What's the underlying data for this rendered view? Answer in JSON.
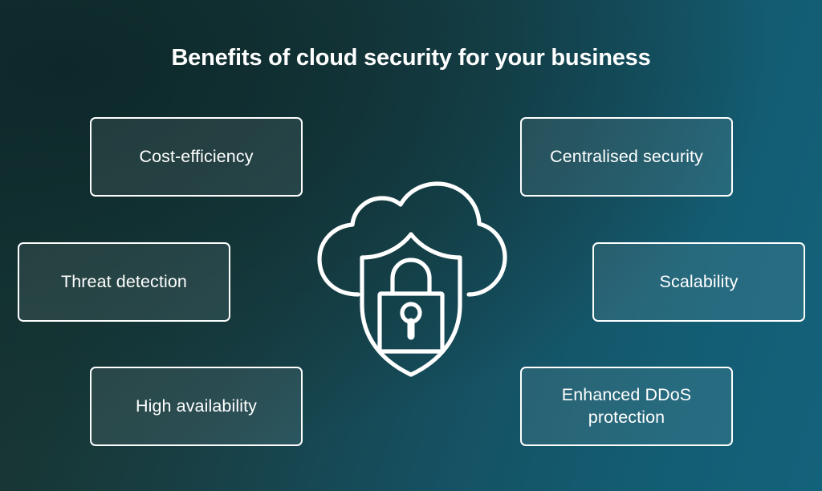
{
  "header": {
    "title": "Benefits of cloud security for your business"
  },
  "colors": {
    "background_dark": "#16302f",
    "background_light": "#13627b",
    "box_border": "#ffffff",
    "text": "#ffffff",
    "icon_stroke": "#ffffff"
  },
  "benefits": {
    "left": [
      {
        "label": "Cost-efficiency"
      },
      {
        "label": "Threat detection"
      },
      {
        "label": "High availability"
      }
    ],
    "right": [
      {
        "label": "Centralised security"
      },
      {
        "label": "Scalability"
      },
      {
        "label": "Enhanced DDoS protection"
      }
    ]
  },
  "center_icon": {
    "name": "cloud-shield-lock-icon",
    "parts": [
      "cloud-icon",
      "shield-icon",
      "padlock-icon",
      "keyhole-icon"
    ]
  }
}
